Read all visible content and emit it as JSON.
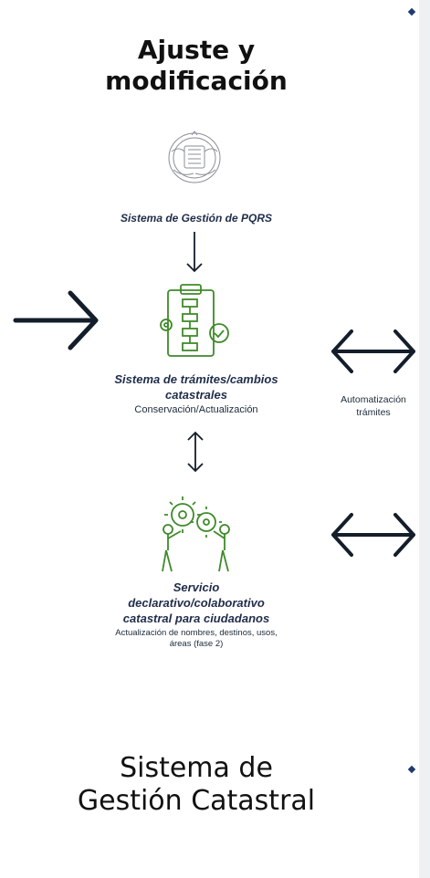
{
  "heading": {
    "line1": "Ajuste y",
    "line2": "modificación"
  },
  "pqrs": {
    "label": "Sistema de Gestión de PQRS"
  },
  "tramites": {
    "label_line1": "Sistema de trámites/cambios",
    "label_line2": "catastrales",
    "sublabel": "Conservación/Actualización"
  },
  "automatizacion": {
    "line1": "Automatización",
    "line2": "trámites"
  },
  "servicio": {
    "label_line1": "Servicio",
    "label_line2": "declarativo/colaborativo",
    "label_line3": "catastral para ciudadanos",
    "sub_line1": "Actualización de nombres, destinos, usos,",
    "sub_line2": "áreas (fase 2)"
  },
  "footer": {
    "line1": "Sistema de",
    "line2": "Gestión Catastral"
  },
  "colors": {
    "icon_green": "#3f8a2a",
    "arrow_dark": "#141e2b"
  },
  "icons": [
    "seal-emblem-icon",
    "process-clipboard-icon",
    "people-gears-icon"
  ]
}
